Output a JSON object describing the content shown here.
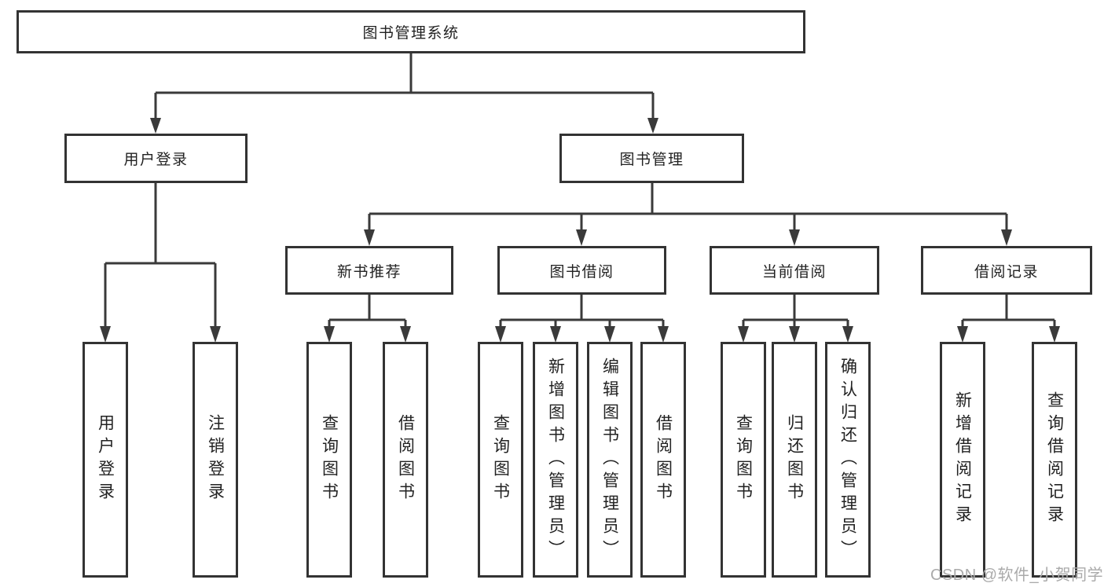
{
  "diagram": {
    "root": {
      "label": "图书管理系统"
    },
    "level2": {
      "user_login": {
        "label": "用户登录"
      },
      "book_management": {
        "label": "图书管理"
      }
    },
    "level3": {
      "new_book": {
        "label": "新书推荐"
      },
      "book_borrow": {
        "label": "图书借阅"
      },
      "current_borrow": {
        "label": "当前借阅"
      },
      "borrow_record": {
        "label": "借阅记录"
      }
    },
    "leaves": {
      "user_login": [
        "用户登录",
        "注销登录"
      ],
      "new_book": [
        "查询图书",
        "借阅图书"
      ],
      "book_borrow": [
        "查询图书",
        "新增图书（管理员）",
        "编辑图书（管理员）",
        "借阅图书"
      ],
      "current_borrow": [
        "查询图书",
        "归还图书",
        "确认归还（管理员）"
      ],
      "borrow_record": [
        "新增借阅记录",
        "查询借阅记录"
      ]
    }
  },
  "watermark": {
    "text": "CSDN @软件_小贺同学"
  },
  "colors": {
    "line": "#3a3a3a",
    "box_border": "#333333",
    "text": "#222222",
    "background": "#ffffff",
    "watermark": "#aaaaaa"
  }
}
